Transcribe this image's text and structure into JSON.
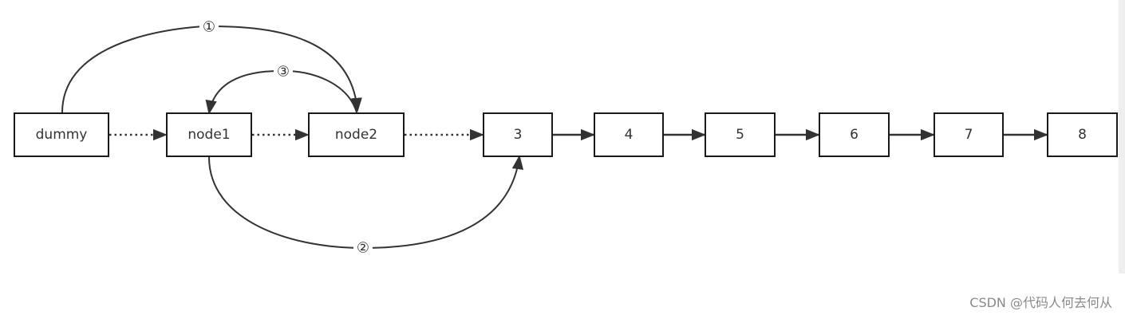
{
  "nodes": [
    {
      "id": "dummy",
      "label": "dummy"
    },
    {
      "id": "node1",
      "label": "node1"
    },
    {
      "id": "node2",
      "label": "node2"
    },
    {
      "id": "n3",
      "label": "3"
    },
    {
      "id": "n4",
      "label": "4"
    },
    {
      "id": "n5",
      "label": "5"
    },
    {
      "id": "n6",
      "label": "6"
    },
    {
      "id": "n7",
      "label": "7"
    },
    {
      "id": "n8",
      "label": "8"
    }
  ],
  "links": [
    {
      "from": "dummy",
      "to": "node1",
      "style": "dotted"
    },
    {
      "from": "node1",
      "to": "node2",
      "style": "dotted"
    },
    {
      "from": "node2",
      "to": "n3",
      "style": "dotted"
    },
    {
      "from": "n3",
      "to": "n4",
      "style": "solid"
    },
    {
      "from": "n4",
      "to": "n5",
      "style": "solid"
    },
    {
      "from": "n5",
      "to": "n6",
      "style": "solid"
    },
    {
      "from": "n6",
      "to": "n7",
      "style": "solid"
    },
    {
      "from": "n7",
      "to": "n8",
      "style": "solid"
    }
  ],
  "steps": [
    {
      "label": "①",
      "from": "dummy",
      "to": "node2"
    },
    {
      "label": "②",
      "from": "node1",
      "to": "n3"
    },
    {
      "label": "③",
      "from": "node2",
      "to": "node1"
    }
  ],
  "watermark": "CSDN @代码人何去何从",
  "colors": {
    "stroke": "#1a1a1a",
    "line": "#333333",
    "watermark": "#8a8a8a",
    "background": "#ffffff"
  }
}
